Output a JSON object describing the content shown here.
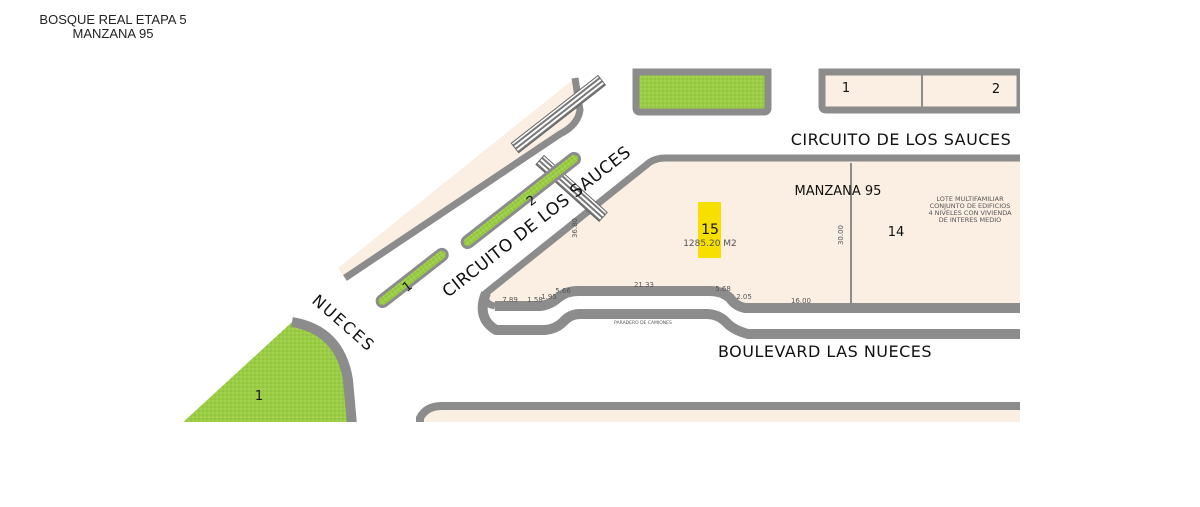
{
  "header": {
    "line1": "BOSQUE REAL ETAPA 5",
    "line2": "MANZANA 95"
  },
  "streets": {
    "circuito_top": "CIRCUITO DE LOS SAUCES",
    "circuito_diag": "CIRCUITO DE LOS SAUCES",
    "nueces": "NUECES",
    "boulevard": "BOULEVARD LAS NUECES"
  },
  "block": {
    "name": "MANZANA 95"
  },
  "lots": {
    "top_left": "1",
    "top_right": "2",
    "lot15": "15",
    "lot15_area": "1285.20 M2",
    "lot14": "14",
    "lot14_note": [
      "LOTE MULTIFAMILIAR",
      "CONJUNTO DE EDIFICIOS",
      "4 NIVELES CON VIVIENDA",
      "DE INTERES MEDIO"
    ]
  },
  "green_areas": {
    "island_1": "1",
    "island_2": "2",
    "park_1": "1"
  },
  "measures": {
    "m_7_89": "7.89",
    "m_1_58": "1.58",
    "m_1_95": "1.95",
    "m_5_66": "5.66",
    "m_21_33": "21.33",
    "m_5_68": "5.68",
    "m_2_05": "2.05",
    "m_16_00": "16.00",
    "m_30_00": "30.00",
    "m_36_80": "36.80"
  },
  "annotations": {
    "paradero": "PARADERO DE CAMIONES"
  },
  "colors": {
    "lot_fill": "#fbeee2",
    "road_edge": "#8c8c8c",
    "green": "#9acd45",
    "highlight": "#f7df00"
  }
}
